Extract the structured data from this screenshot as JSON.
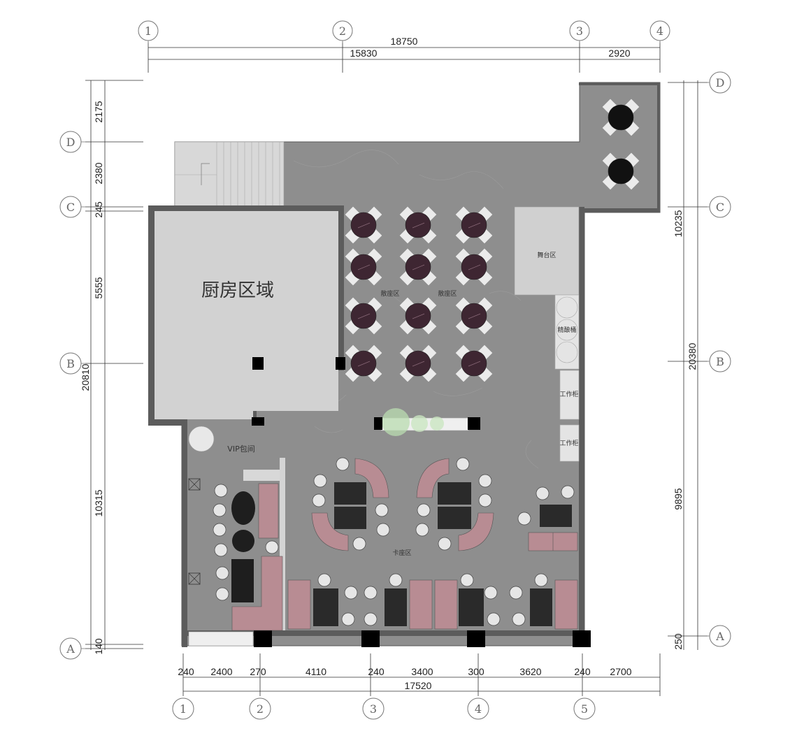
{
  "dimensions": {
    "top_total": "18750",
    "top_main": "15830",
    "top_right": "2920",
    "bottom": [
      "240",
      "2400",
      "270",
      "4110",
      "240",
      "3400",
      "300",
      "3620",
      "240",
      "2700"
    ],
    "bottom_total": "17520",
    "left_outer": "20810",
    "left": [
      "2175",
      "2380",
      "245",
      "5555",
      "10315",
      "140"
    ],
    "right_outer": "20380",
    "right": [
      "10235",
      "9895",
      "250"
    ]
  },
  "axes": {
    "top": [
      "1",
      "2",
      "3",
      "4"
    ],
    "bottom": [
      "1",
      "2",
      "3",
      "4",
      "5"
    ],
    "left": [
      "D",
      "C",
      "B",
      "A"
    ],
    "right": [
      "D",
      "C",
      "B",
      "A"
    ]
  },
  "zones": {
    "kitchen": "厨房区域",
    "stage": "舞台区",
    "wine": "精酿桶",
    "cabinet1": "工作柜",
    "cabinet2": "工作柜",
    "vip": "VIP包间",
    "scatter1": "散座区",
    "scatter2": "散座区",
    "booth": "卡座区"
  },
  "colors": {
    "floor": "#8e8e8e",
    "wall": "#5a5a5a",
    "kitchen": "#d2d2d2",
    "sofa": "#b88c93",
    "table": "#2e2e2e",
    "round_table": "#4a2f3a",
    "chair": "#e6e6e6"
  }
}
